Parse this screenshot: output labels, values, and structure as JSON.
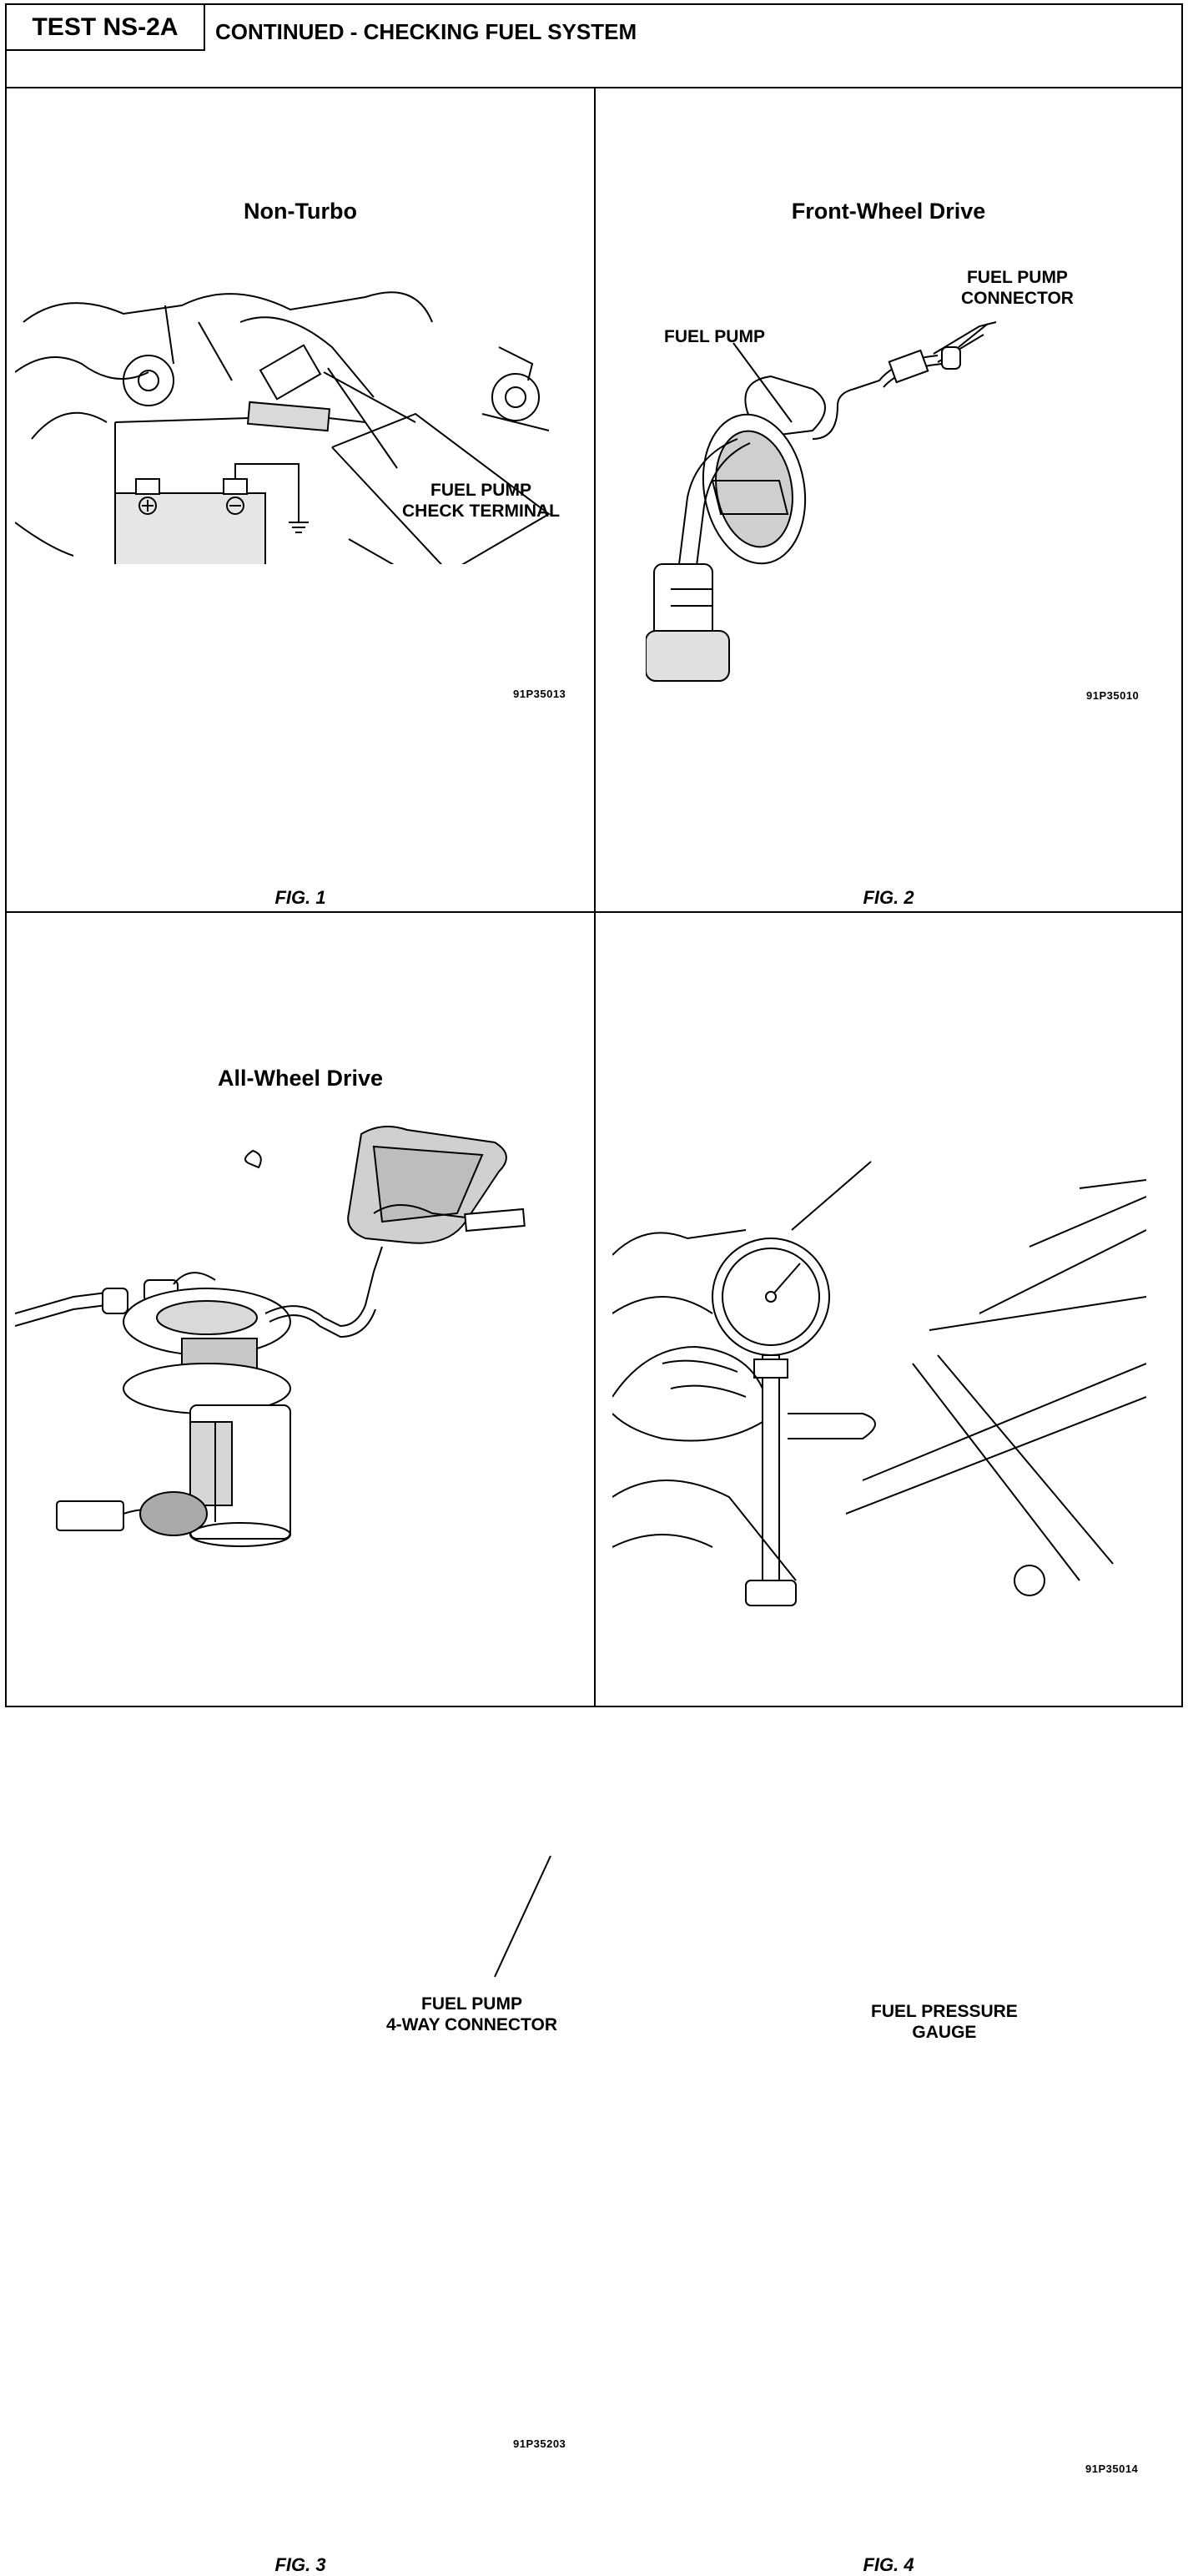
{
  "header": {
    "test_id": "TEST NS-2A",
    "title": "CONTINUED - CHECKING FUEL SYSTEM"
  },
  "figures": [
    {
      "view_title": "Non-Turbo",
      "callouts": [
        {
          "lines": [
            "FUEL PUMP",
            "CHECK TERMINAL"
          ]
        }
      ],
      "code": "91P35013",
      "label": "FIG. 1"
    },
    {
      "view_title": "Front-Wheel Drive",
      "callouts": [
        {
          "lines": [
            "FUEL PUMP",
            "CONNECTOR"
          ]
        },
        {
          "lines": [
            "FUEL PUMP"
          ]
        }
      ],
      "code": "91P35010",
      "label": "FIG. 2"
    },
    {
      "view_title": "All-Wheel Drive",
      "callouts": [
        {
          "lines": [
            "FUEL PUMP",
            "4-WAY CONNECTOR"
          ]
        }
      ],
      "code": "91P35203",
      "label": "FIG. 3"
    },
    {
      "view_title": "",
      "callouts": [
        {
          "lines": [
            "FUEL PRESSURE",
            "GAUGE"
          ]
        }
      ],
      "code": "91P35014",
      "label": "FIG. 4"
    }
  ]
}
